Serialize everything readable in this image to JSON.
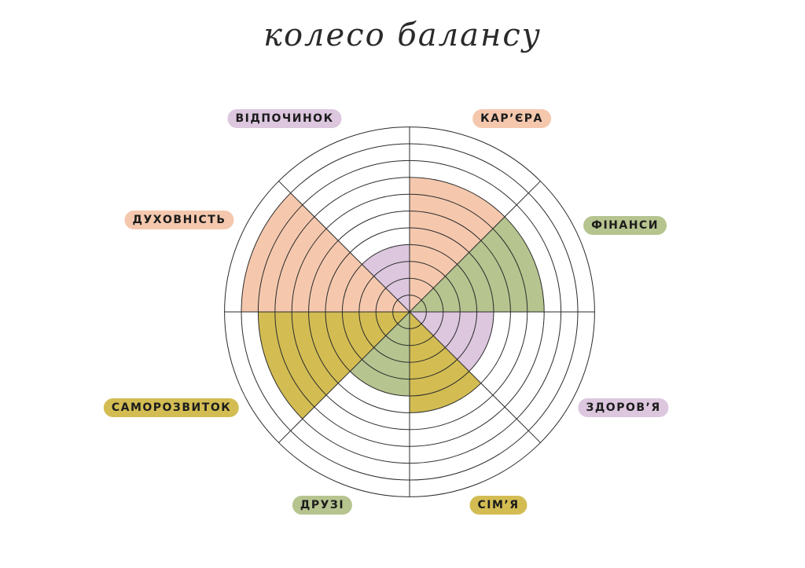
{
  "title": "колесо балансу",
  "max_value": 11,
  "colors": {
    "peach": "#f5c8ae",
    "green": "#b6c48f",
    "lavender": "#dcc7df",
    "yellow": "#d3bd53"
  },
  "segments": [
    {
      "label": "КАР’ЄРА",
      "value": 8,
      "color": "#f5c8ae"
    },
    {
      "label": "ФІНАНСИ",
      "value": 8,
      "color": "#b6c48f"
    },
    {
      "label": "ЗДОРОВ’Я",
      "value": 5,
      "color": "#dcc7df"
    },
    {
      "label": "СІМ’Я",
      "value": 6,
      "color": "#d3bd53"
    },
    {
      "label": "ДРУЗІ",
      "value": 5,
      "color": "#b6c48f"
    },
    {
      "label": "САМОРОЗВИТОК",
      "value": 9,
      "color": "#d3bd53"
    },
    {
      "label": "ДУХОВНІСТЬ",
      "value": 10,
      "color": "#f5c8ae"
    },
    {
      "label": "ВІДПОЧИНОК",
      "value": 4,
      "color": "#dcc7df"
    }
  ]
}
